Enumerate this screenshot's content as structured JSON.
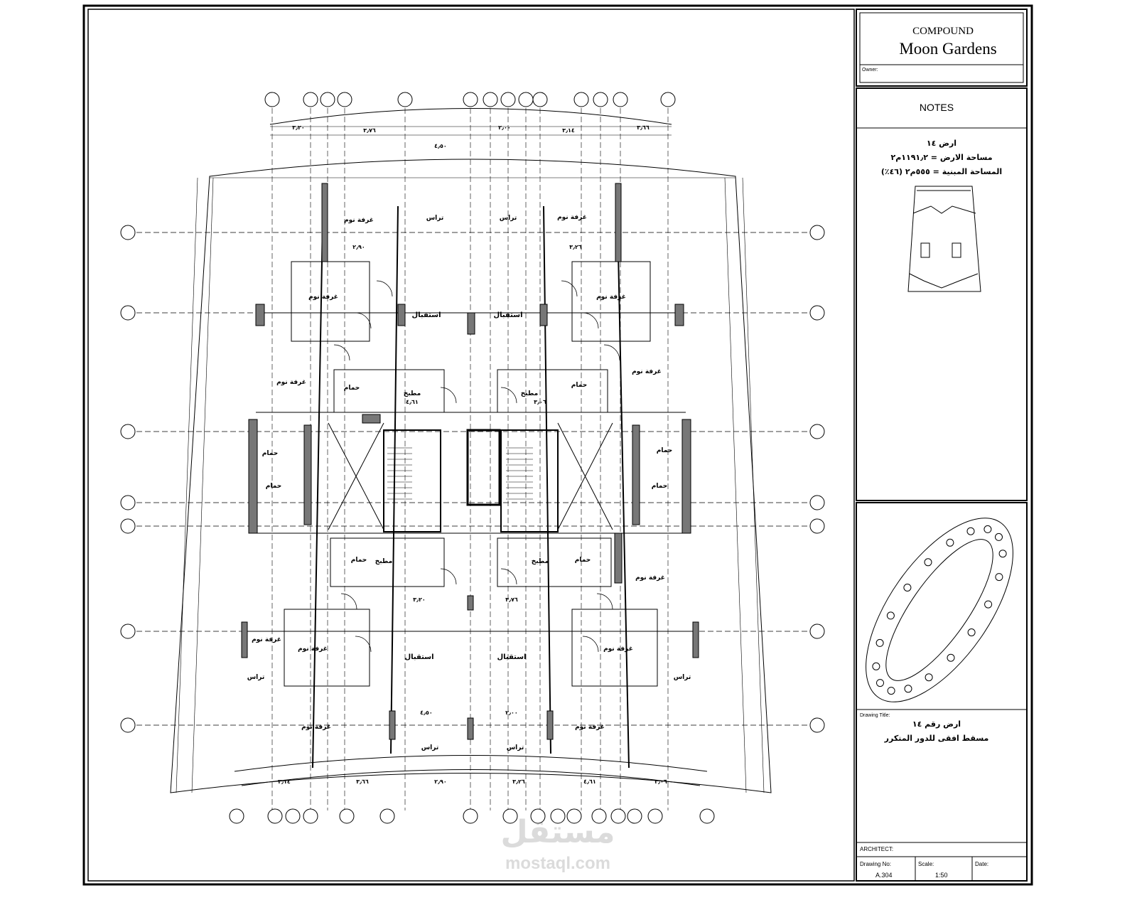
{
  "title_block": {
    "compound_label": "COMPOUND",
    "project_name": "Moon Gardens",
    "owner_label": "Owner:",
    "notes_label": "NOTES",
    "notes": [
      "ارض ١٤",
      "مساحة الارض = ١١٩١٫٢م٢",
      "المساحة المبنية = ٥٥٥م٢ (٤٦٪)"
    ],
    "drawing_title_label": "Drawing Title:",
    "drawing_title": [
      "ارض رقم ١٤",
      "مسقط افقى للدور المتكرر"
    ],
    "architect_label": "ARCHITECT:",
    "drawing_no_label": "Drawing No:",
    "drawing_no": "A.304",
    "scale_label": "Scale:",
    "scale": "1:50",
    "date_label": "Date:"
  },
  "plan": {
    "rooms": {
      "bedroom": "غرفة نوم",
      "bathroom": "حمام",
      "kitchen": "مطبخ",
      "reception": "استقبال",
      "terrace": "تراس"
    },
    "dimensions": [
      "٣٫٢٠",
      "٣٫٧٦",
      "٤٫٥٠",
      "٢٫٠٠",
      "٣٫١٤",
      "٣٫٦٦",
      "٢٫٩٠",
      "٣٫٢٦",
      "٤٫٦١",
      "٣٫٠٦"
    ]
  },
  "watermark": {
    "brand_ar": "مستقل",
    "brand_url": "mostaql.com"
  }
}
